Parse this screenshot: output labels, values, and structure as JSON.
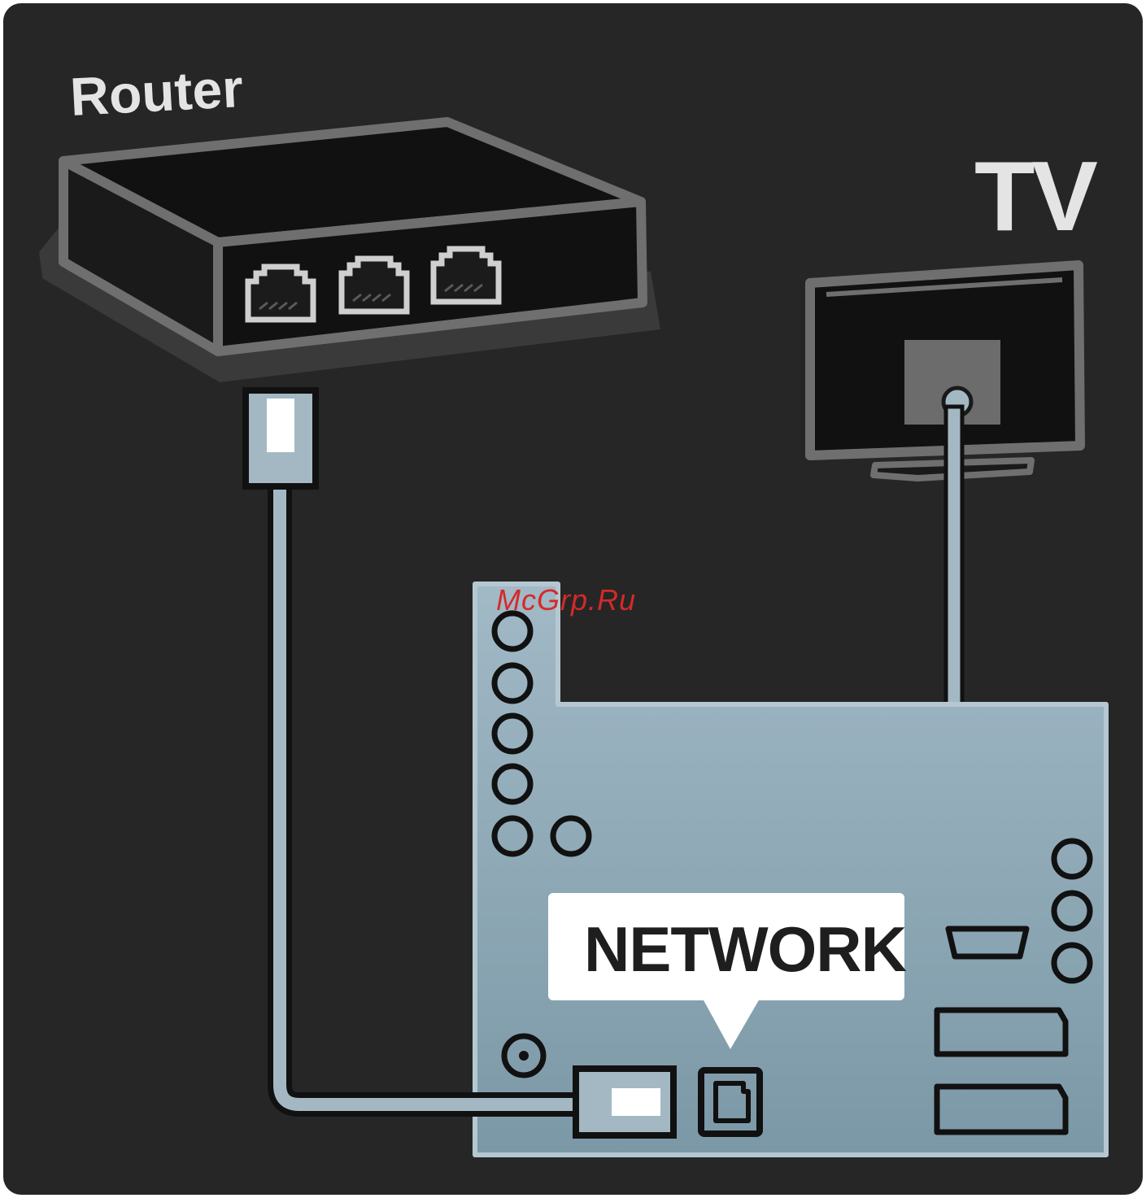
{
  "labels": {
    "router": "Router",
    "tv": "TV",
    "network": "NETWORK"
  },
  "watermark": "McGrp.Ru",
  "colors": {
    "background": "#262626",
    "outline": "#6f6f6f",
    "cable": "#a3b8c2",
    "panel_top": "#a2b9c6",
    "panel_bottom": "#7b98a6",
    "callout": "#ffffff",
    "watermark": "#d42a2a"
  },
  "router": {
    "port_count": 3
  },
  "tv_panel": {
    "left_jacks": 5,
    "right_jacks": 3,
    "hdmi_ports": 2
  }
}
